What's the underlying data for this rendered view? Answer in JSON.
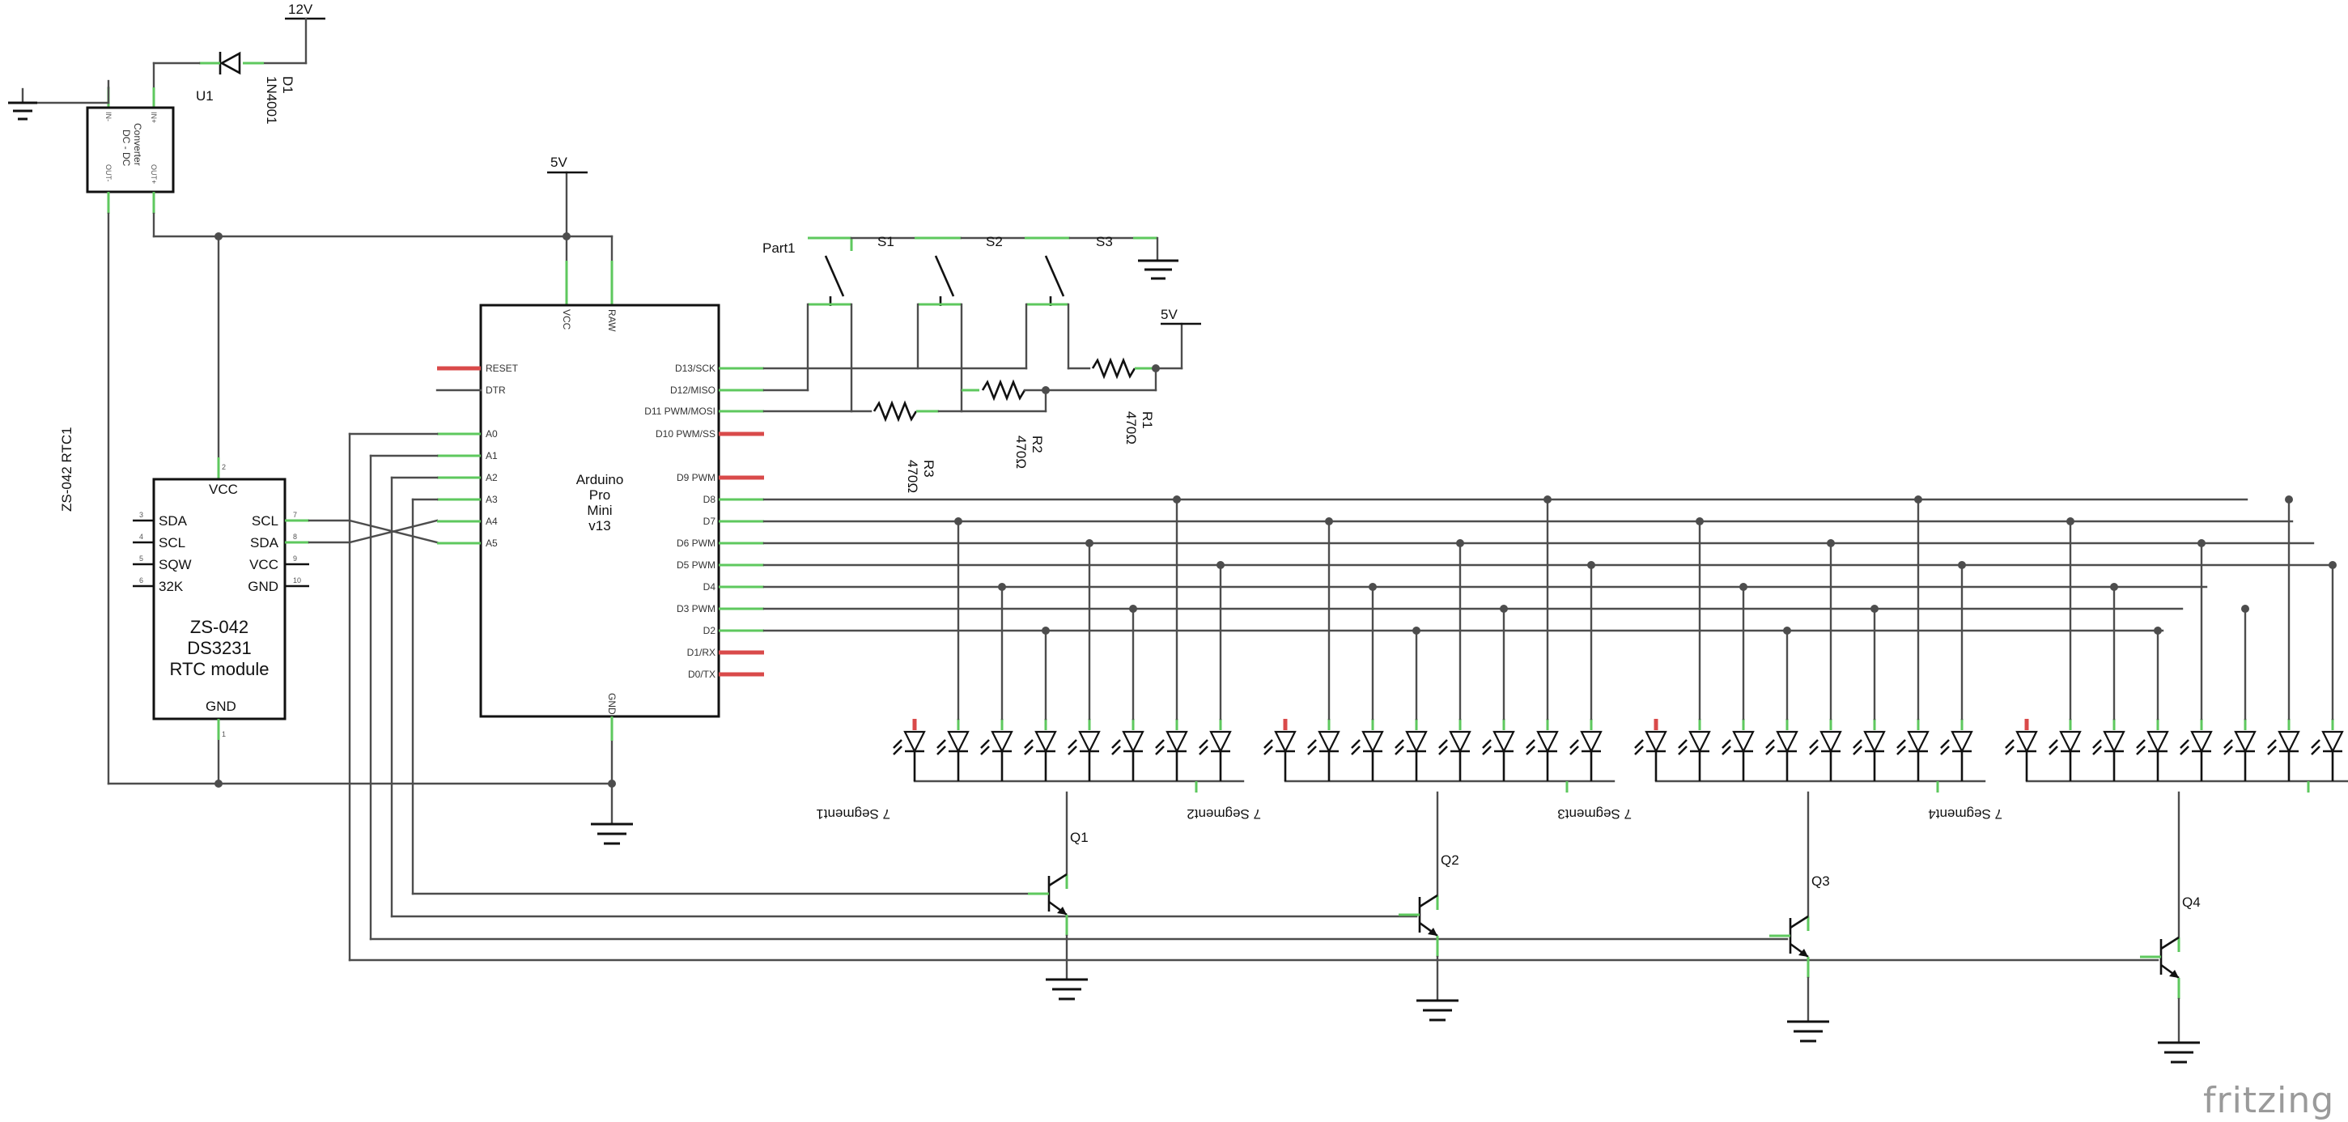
{
  "labels": {
    "supply_12v": "12V",
    "diode_ref": "D1",
    "diode_part": "1N4001",
    "converter_ref": "U1",
    "converter_title_1": "DC - DC",
    "converter_title_2": "Converter",
    "conv_pin_in_neg": "IN-",
    "conv_pin_in_pos": "IN+",
    "conv_pin_out_neg": "OUT-",
    "conv_pin_out_pos": "OUT+",
    "supply_5v_main": "5V",
    "supply_5v_buttons": "5V",
    "rtc_ref": "ZS-042 RTC1",
    "switch_part_ref": "Part1",
    "switch_1": "S1",
    "switch_2": "S2",
    "switch_3": "S3",
    "resistor_1": "R1",
    "resistor_2": "R2",
    "resistor_3": "R3",
    "resistor_value": "470Ω",
    "transistor_1": "Q1",
    "transistor_2": "Q2",
    "transistor_3": "Q3",
    "transistor_4": "Q4",
    "segment_1": "7 Segment1",
    "segment_2": "7 Segment2",
    "segment_3": "7 Segment3",
    "segment_4": "7 Segment4",
    "fritzing_logo": "fritzing"
  },
  "arduino": {
    "title_lines": [
      "Arduino",
      "Pro",
      "Mini",
      "v13"
    ],
    "top_pins": [
      "VCC",
      "RAW"
    ],
    "bottom_pin": "GND",
    "left_pins": [
      "RESET",
      "DTR",
      "A0",
      "A1",
      "A2",
      "A3",
      "A4",
      "A5"
    ],
    "right_pins": [
      "D13/SCK",
      "D12/MISO",
      "D11 PWM/MOSI",
      "D10 PWM/SS",
      "D9 PWM",
      "D8",
      "D7",
      "D6 PWM",
      "D5 PWM",
      "D4",
      "D3 PWM",
      "D2",
      "D1/RX",
      "D0/TX"
    ]
  },
  "rtc": {
    "title_lines": [
      "ZS-042",
      "DS3231",
      "RTC module"
    ],
    "top_pin": "VCC",
    "bottom_pin": "GND",
    "left_pins": [
      "SDA",
      "SCL",
      "SQW",
      "32K"
    ],
    "left_pin_numbers": [
      "3",
      "4",
      "5",
      "6"
    ],
    "right_pins": [
      "SCL",
      "SDA",
      "VCC",
      "GND"
    ],
    "right_pin_numbers": [
      "7",
      "8",
      "9",
      "10"
    ],
    "top_pin_number": "2",
    "bottom_pin_number": "1"
  },
  "colors": {
    "wire": "#4d4d4d",
    "pin_connected": "#5ec85e",
    "pin_unconnected": "#d94a4a",
    "component_outline": "#111111",
    "logo": "#9a9a9a"
  }
}
